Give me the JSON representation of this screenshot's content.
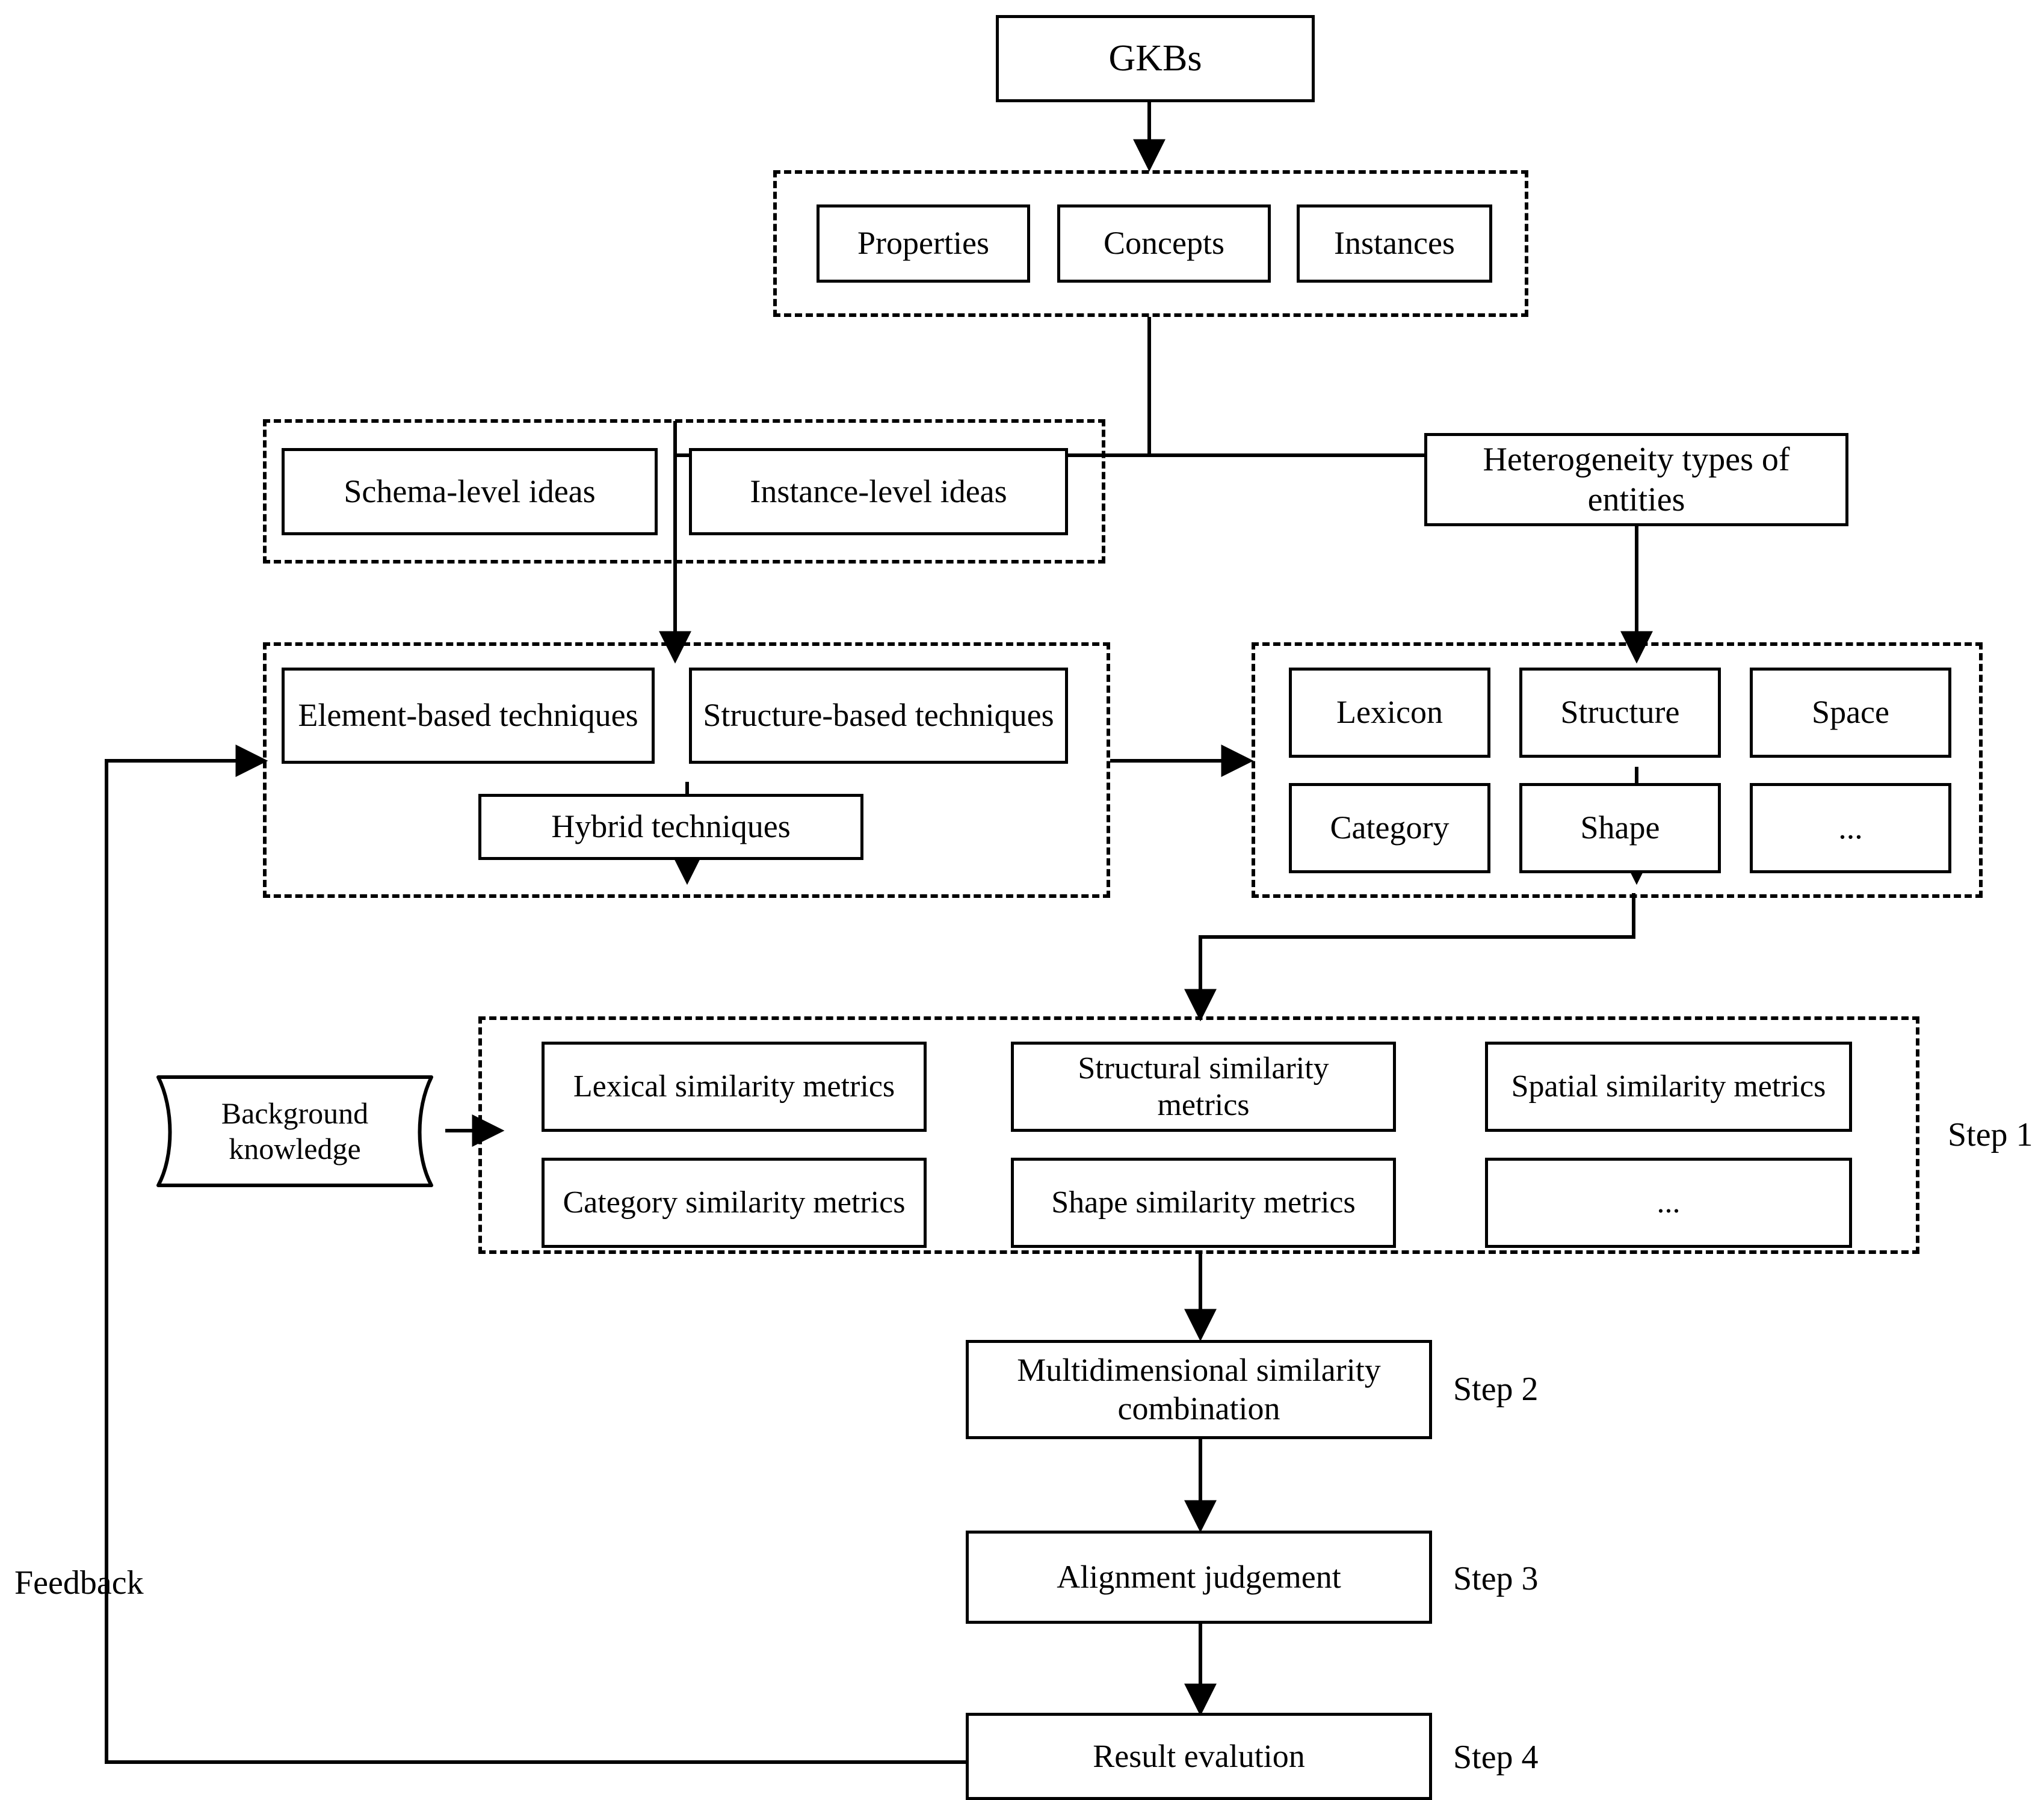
{
  "diagram": {
    "title": "GKBs alignment workflow",
    "root": {
      "label": "GKBs"
    },
    "entity_group": {
      "name": "entity-types-group",
      "items": [
        {
          "label": "Properties"
        },
        {
          "label": "Concepts"
        },
        {
          "label": "Instances"
        }
      ]
    },
    "ideas_group": {
      "name": "ideas-group",
      "items": [
        {
          "label": "Schema-level ideas"
        },
        {
          "label": "Instance-level ideas"
        }
      ]
    },
    "heterogeneity_node": {
      "label": "Heterogeneity types of entities"
    },
    "techniques_group": {
      "name": "techniques-group",
      "items": [
        {
          "label": "Element-based techniques"
        },
        {
          "label": "Structure-based techniques"
        },
        {
          "label": "Hybrid techniques"
        }
      ]
    },
    "heterogeneity_group": {
      "name": "heterogeneity-types-group",
      "items": [
        {
          "label": "Lexicon"
        },
        {
          "label": "Structure"
        },
        {
          "label": "Space"
        },
        {
          "label": "Category"
        },
        {
          "label": "Shape"
        },
        {
          "label": "..."
        }
      ]
    },
    "background_knowledge": {
      "label": "Background knowledge"
    },
    "metrics_group": {
      "name": "similarity-metrics-group",
      "items": [
        {
          "label": "Lexical similarity metrics"
        },
        {
          "label": "Structural similarity metrics"
        },
        {
          "label": "Spatial similarity metrics"
        },
        {
          "label": "Category similarity metrics"
        },
        {
          "label": "Shape similarity metrics"
        },
        {
          "label": "..."
        }
      ]
    },
    "steps": [
      {
        "label": "Step 1"
      },
      {
        "label": "Step 2"
      },
      {
        "label": "Step 3"
      },
      {
        "label": "Step 4"
      }
    ],
    "pipeline": [
      {
        "label": "Multidimensional similarity combination"
      },
      {
        "label": "Alignment judgement"
      },
      {
        "label": "Result evalution"
      }
    ],
    "feedback": {
      "label": "Feedback"
    },
    "colors": {
      "stroke": "#000000",
      "fill": "#ffffff"
    }
  }
}
